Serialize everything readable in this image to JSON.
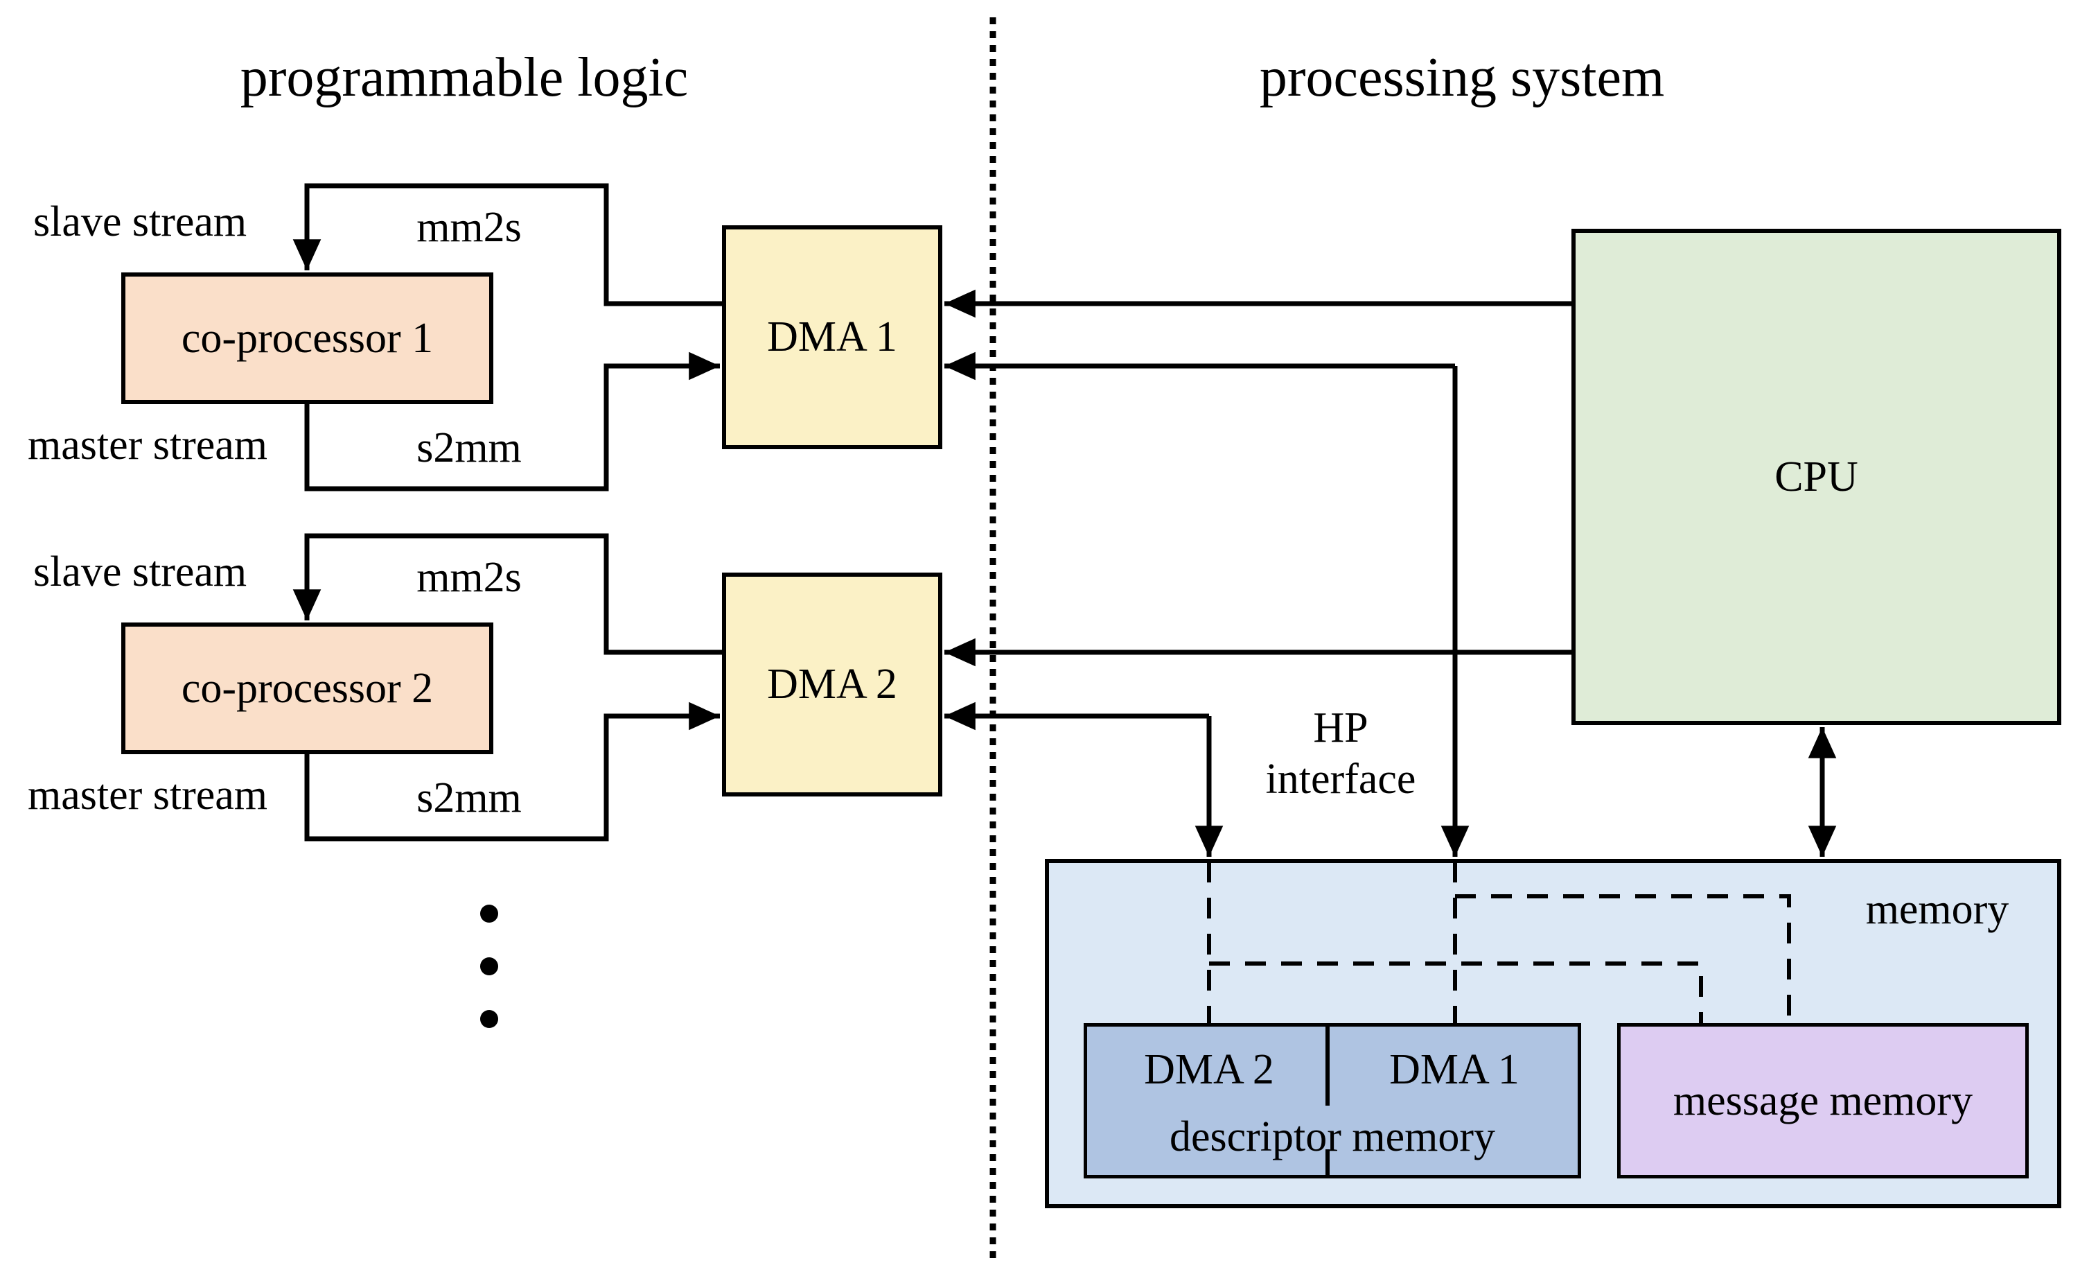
{
  "titles": {
    "programmable_logic": "programmable logic",
    "processing_system": "processing system"
  },
  "programmable_logic": {
    "coprocessor1_label": "co-processor 1",
    "coprocessor2_label": "co-processor 2",
    "dma1_label": "DMA 1",
    "dma2_label": "DMA 2",
    "slave_stream_label": "slave stream",
    "master_stream_label": "master stream",
    "mm2s_label": "mm2s",
    "s2mm_label": "s2mm"
  },
  "processing_system": {
    "cpu_label": "CPU",
    "hp_interface_line1": "HP",
    "hp_interface_line2": "interface",
    "memory_label": "memory",
    "descriptor_memory": {
      "dma2_label": "DMA 2",
      "dma1_label": "DMA 1",
      "label": "descriptor memory"
    },
    "message_memory_label": "message memory"
  },
  "colors": {
    "coprocessor_fill": "#FADFC9",
    "dma_fill": "#FBF1C6",
    "cpu_fill": "#DFECD7",
    "memory_fill": "#DCE8F5",
    "descriptor_fill": "#AFC4E2",
    "message_fill": "#DDCCF2",
    "line": "#000000",
    "background": "#FFFFFF"
  }
}
